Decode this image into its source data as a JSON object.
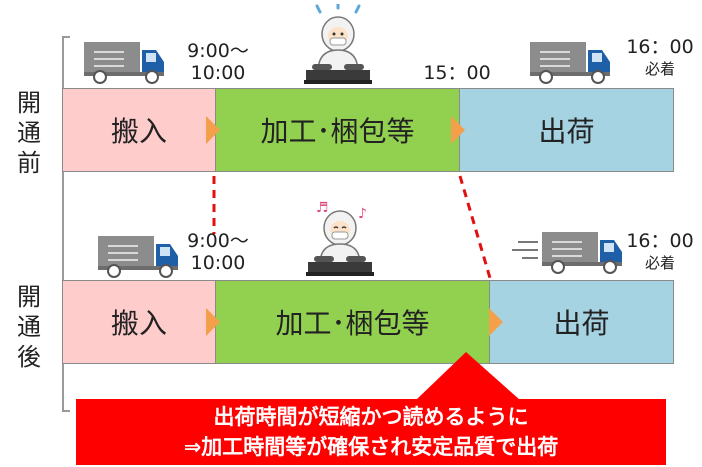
{
  "diagram": {
    "before": {
      "label_chars": [
        "開",
        "通",
        "前"
      ],
      "segments": [
        "搬入",
        "加工･梱包等",
        "出荷"
      ],
      "arrival_time_line1": "9:00～",
      "arrival_time_line2": "10:00",
      "processing_end": "15：00",
      "deadline_time": "16：00",
      "deadline_note": "必着"
    },
    "after": {
      "label_chars": [
        "開",
        "通",
        "後"
      ],
      "segments": [
        "搬入",
        "加工･梱包等",
        "出荷"
      ],
      "arrival_time_line1": "9:00～",
      "arrival_time_line2": "10:00",
      "deadline_time": "16：00",
      "deadline_note": "必着"
    },
    "callout": {
      "line1": "出荷時間が短縮かつ読めるように",
      "line2": "⇒加工時間等が確保され安定品質で出荷"
    },
    "colors": {
      "inbound": "#ffcccc",
      "processing": "#92d050",
      "shipping": "#a6d3e2",
      "arrow": "#f4a04a",
      "callout": "#ff0000",
      "truck_body": "#8c8c8c",
      "truck_cab": "#1f5fa8"
    },
    "icons": [
      "truck-icon",
      "worker-icon",
      "music-note-icon"
    ]
  }
}
